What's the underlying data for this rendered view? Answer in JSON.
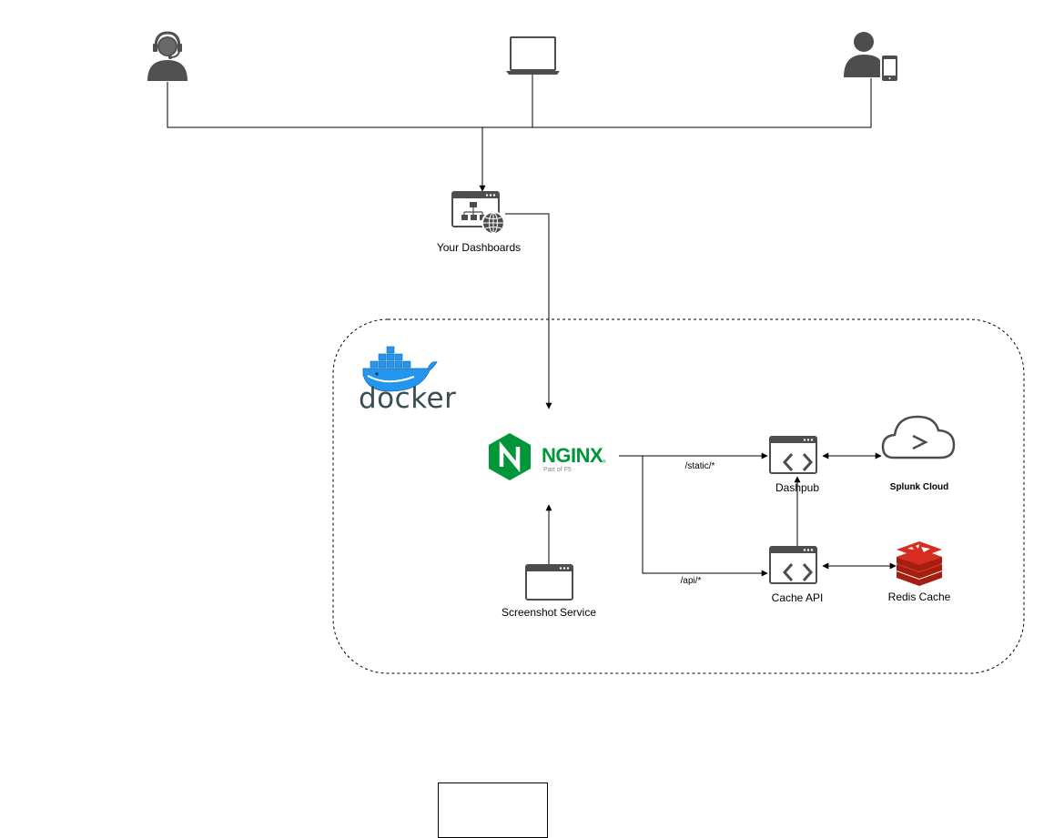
{
  "nodes": {
    "agent": {
      "icon": "support-agent-icon"
    },
    "laptop": {
      "icon": "laptop-icon"
    },
    "mobile_user": {
      "icon": "mobile-user-icon"
    },
    "dashboards": {
      "label": "Your Dashboards",
      "icon": "web-sitemap-icon"
    },
    "docker": {
      "label": "docker",
      "icon": "docker-whale-icon",
      "color": "#2496ed"
    },
    "nginx": {
      "label": "NGINX",
      "sublabel": "Part of F5",
      "trademark": "®",
      "icon": "nginx-logo-icon",
      "color": "#009639"
    },
    "screenshot": {
      "label": "Screenshot Service",
      "icon": "browser-window-icon"
    },
    "dashpub": {
      "label": "Dashpub",
      "icon": "code-window-icon"
    },
    "cache_api": {
      "label": "Cache API",
      "icon": "code-window-icon"
    },
    "splunk": {
      "label": "Splunk Cloud",
      "icon": "cloud-terminal-icon"
    },
    "redis": {
      "label": "Redis Cache",
      "icon": "redis-icon",
      "color": "#d82c20"
    }
  },
  "edges": {
    "static_route": "/static/*",
    "api_route": "/api/*"
  },
  "colors": {
    "icon_gray": "#4d4d4d",
    "line": "#000000"
  }
}
